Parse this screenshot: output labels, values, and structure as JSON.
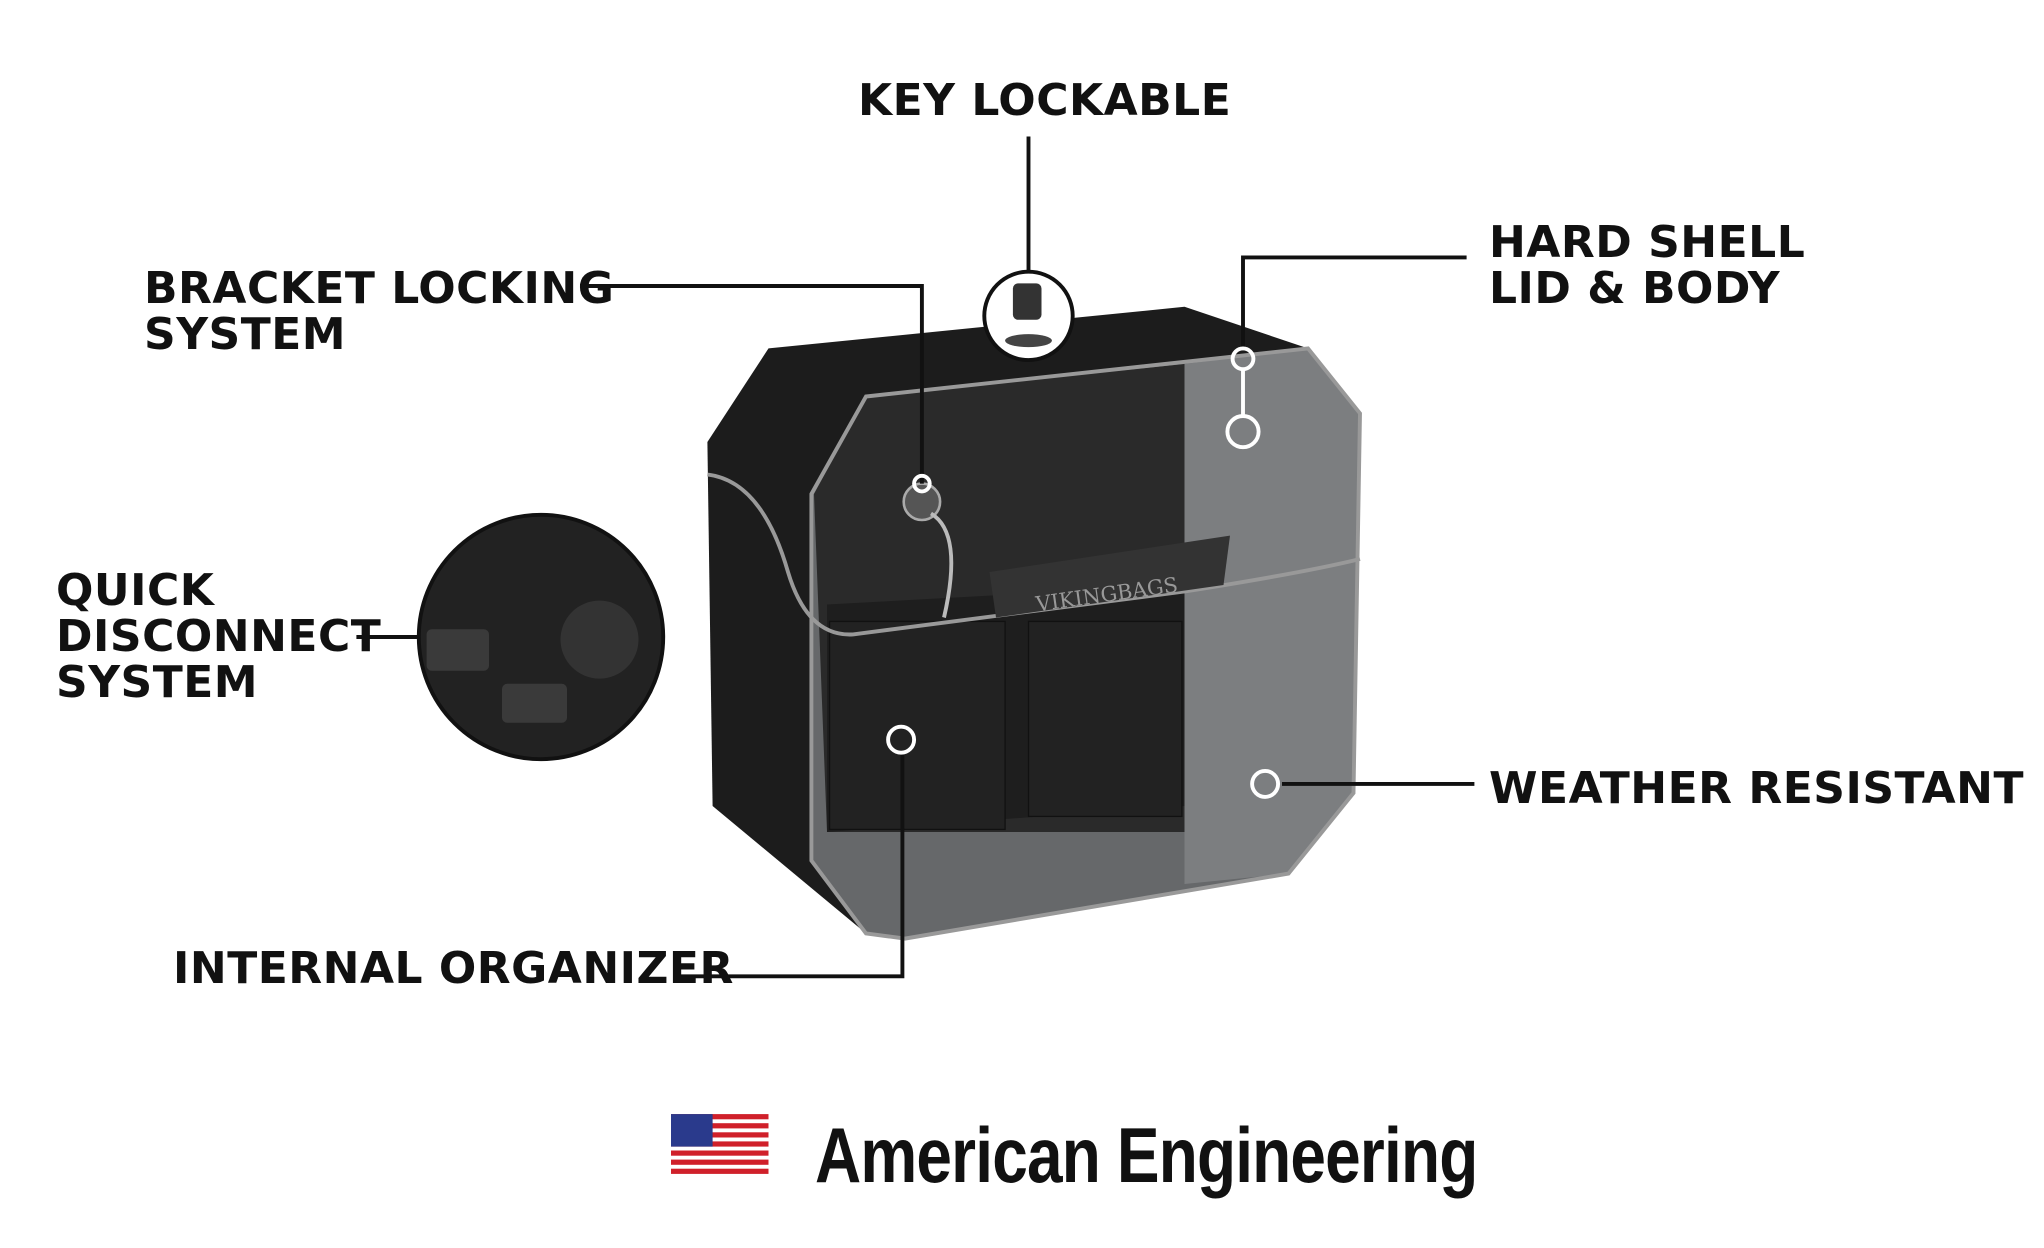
{
  "labels": {
    "key_lockable": "KEY LOCKABLE",
    "bracket_locking": "BRACKET LOCKING\nSYSTEM",
    "hard_shell": "HARD SHELL\nLID & BODY",
    "quick_disconnect": "QUICK\nDISCONNECT\nSYSTEM",
    "weather_resistant": "WEATHER RESISTANT",
    "internal_organizer": "INTERNAL ORGANIZER"
  },
  "bag_logo": "VIKINGBAGS",
  "footer": {
    "text": "American Engineering",
    "flag_icon": "us-flag-icon"
  },
  "colors": {
    "shell": "#1c1c1c",
    "inner": "#6b6d6f",
    "line": "#111111"
  }
}
